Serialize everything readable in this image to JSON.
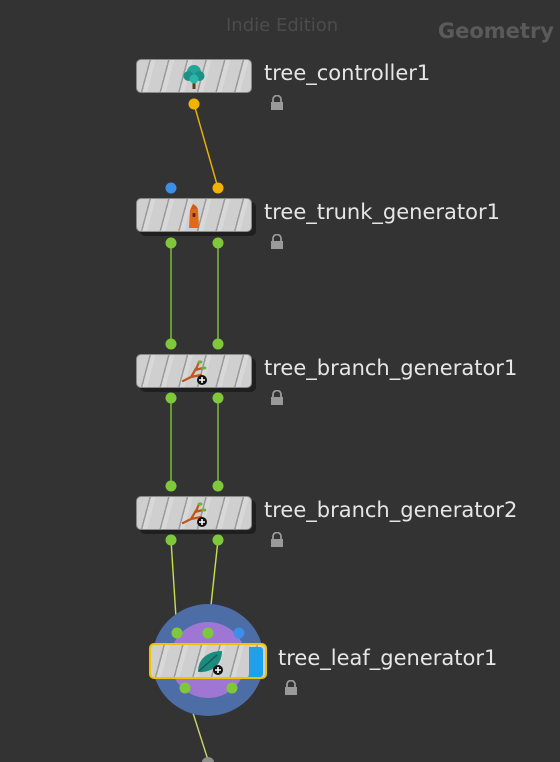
{
  "network": {
    "edition_label": "Indie Edition",
    "context_label": "Geometry"
  },
  "nodes": [
    {
      "name": "tree_controller1",
      "icon": "tree-icon",
      "locked": true
    },
    {
      "name": "tree_trunk_generator1",
      "icon": "tree-trunk-icon",
      "locked": true
    },
    {
      "name": "tree_branch_generator1",
      "icon": "branch-add-icon",
      "locked": true
    },
    {
      "name": "tree_branch_generator2",
      "icon": "branch-add-icon",
      "locked": true
    },
    {
      "name": "tree_leaf_generator1",
      "icon": "leaf-add-icon",
      "locked": true,
      "selected": true,
      "display_flag": true
    }
  ],
  "colors": {
    "background": "#333333",
    "wire_orange": "#f0b400",
    "wire_green": "#7ec83a",
    "input_blue": "#3d8ee8",
    "selection": "#f0c200",
    "display_flag": "#1ea0ea"
  }
}
